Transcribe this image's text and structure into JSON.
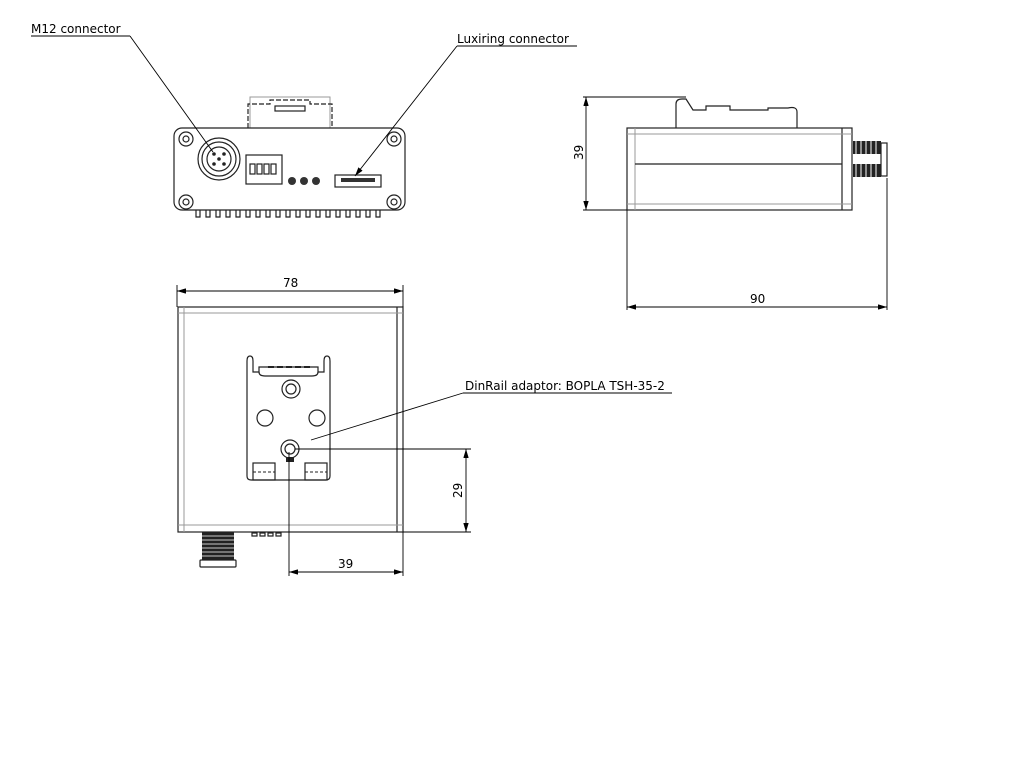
{
  "callouts": {
    "m12": "M12 connector",
    "luxiring": "Luxiring connector",
    "dinrail": "DinRail adaptor: BOPLA TSH-35-2"
  },
  "dimensions": {
    "side_height": "39",
    "side_length": "90",
    "bottom_width": "78",
    "bottom_offset_vertical": "29",
    "bottom_offset_horizontal": "39"
  }
}
